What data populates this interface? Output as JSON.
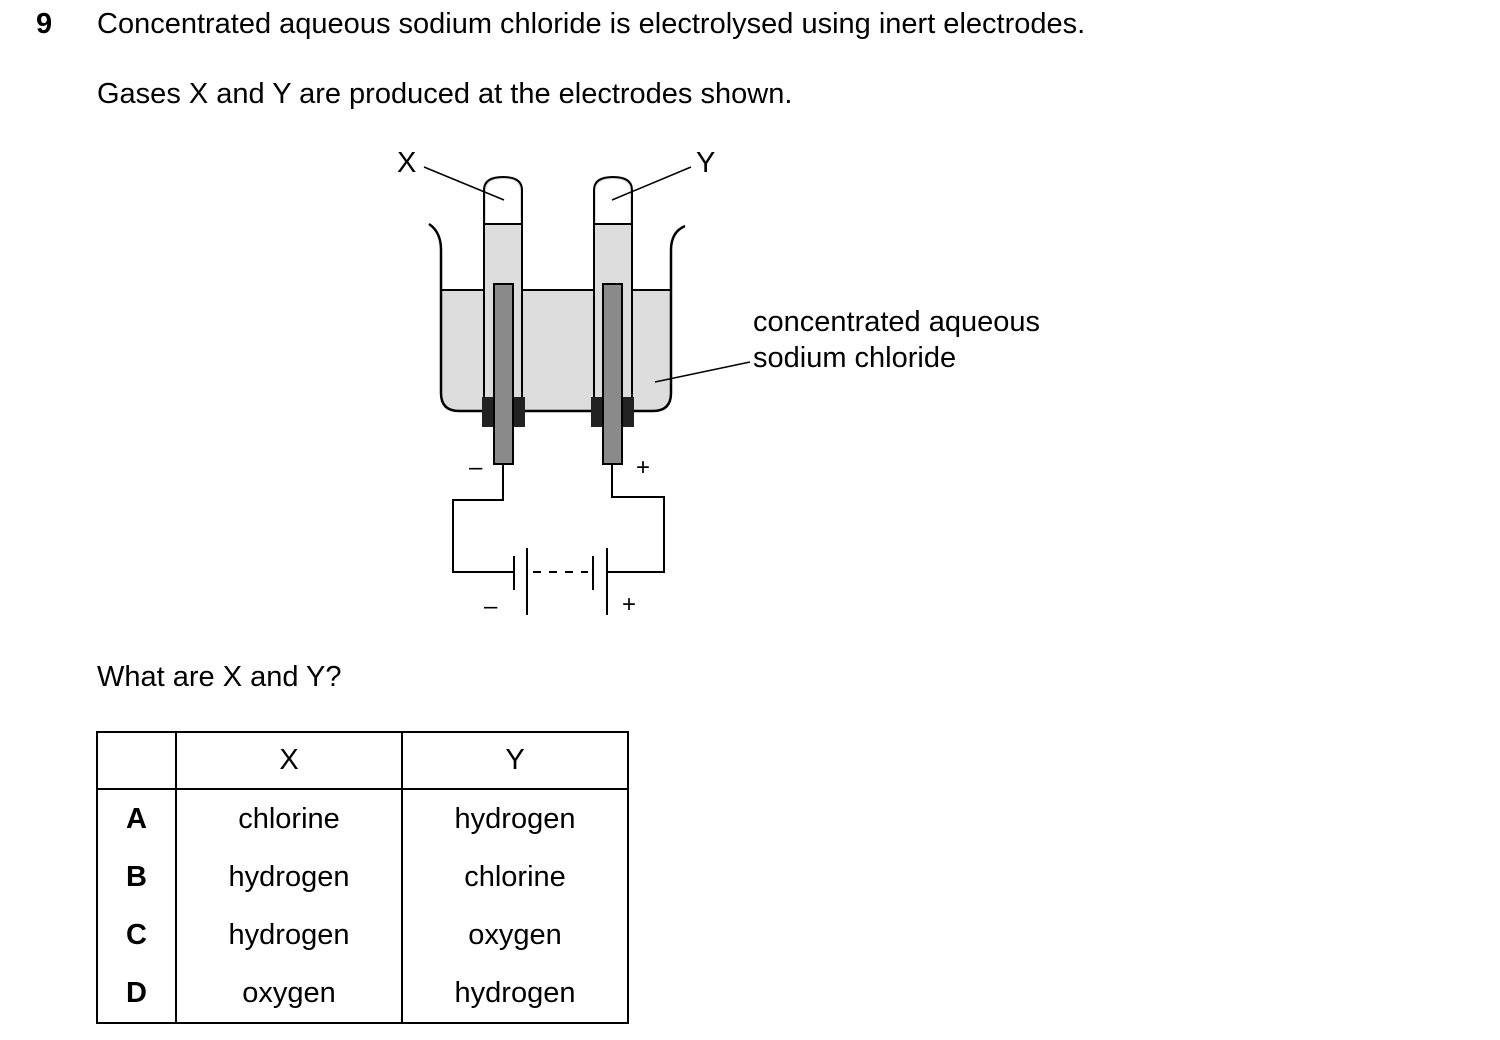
{
  "question": {
    "number": "9",
    "stem": "Concentrated aqueous sodium chloride is electrolysed using inert electrodes.",
    "subtext": "Gases X and Y are produced at the electrodes shown.",
    "ask": "What are X and Y?"
  },
  "diagram": {
    "label_x": "X",
    "label_y": "Y",
    "solution_label_line1": "concentrated aqueous",
    "solution_label_line2": "sodium chloride",
    "cathode_sign": "–",
    "anode_sign": "+",
    "battery_neg_sign": "–",
    "battery_pos_sign": "+"
  },
  "table": {
    "headers": [
      "",
      "X",
      "Y"
    ],
    "rows": [
      {
        "option": "A",
        "x": "chlorine",
        "y": "hydrogen"
      },
      {
        "option": "B",
        "x": "hydrogen",
        "y": "chlorine"
      },
      {
        "option": "C",
        "x": "hydrogen",
        "y": "oxygen"
      },
      {
        "option": "D",
        "x": "oxygen",
        "y": "hydrogen"
      }
    ]
  }
}
